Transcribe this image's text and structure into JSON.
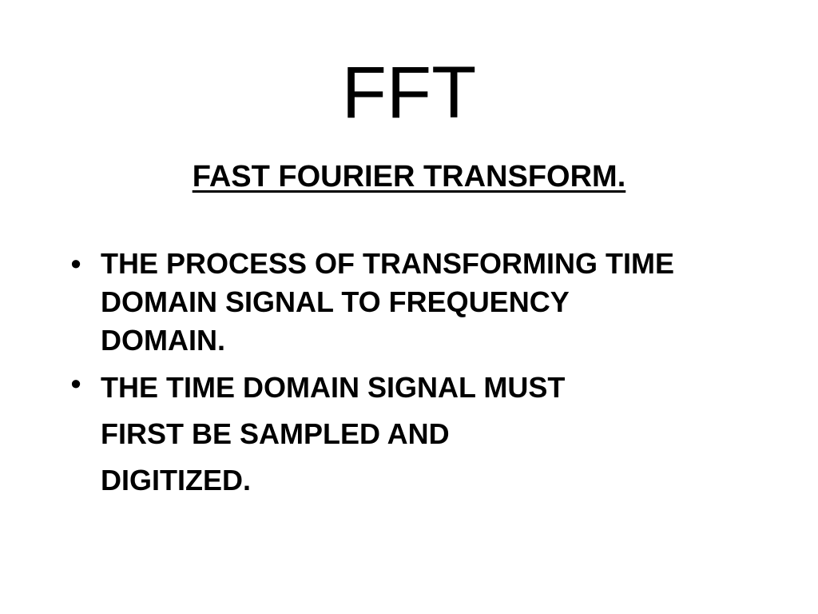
{
  "slide": {
    "title": "FFT",
    "subtitle": "FAST FOURIER TRANSFORM.",
    "bullet_glyph": "•",
    "bullets": [
      {
        "lines": [
          "THE PROCESS OF TRANSFORMING TIME",
          "DOMAIN SIGNAL TO FREQUENCY",
          "DOMAIN."
        ]
      },
      {
        "lines": [
          "THE TIME DOMAIN SIGNAL MUST",
          "FIRST BE SAMPLED AND",
          "DIGITIZED."
        ]
      }
    ]
  }
}
